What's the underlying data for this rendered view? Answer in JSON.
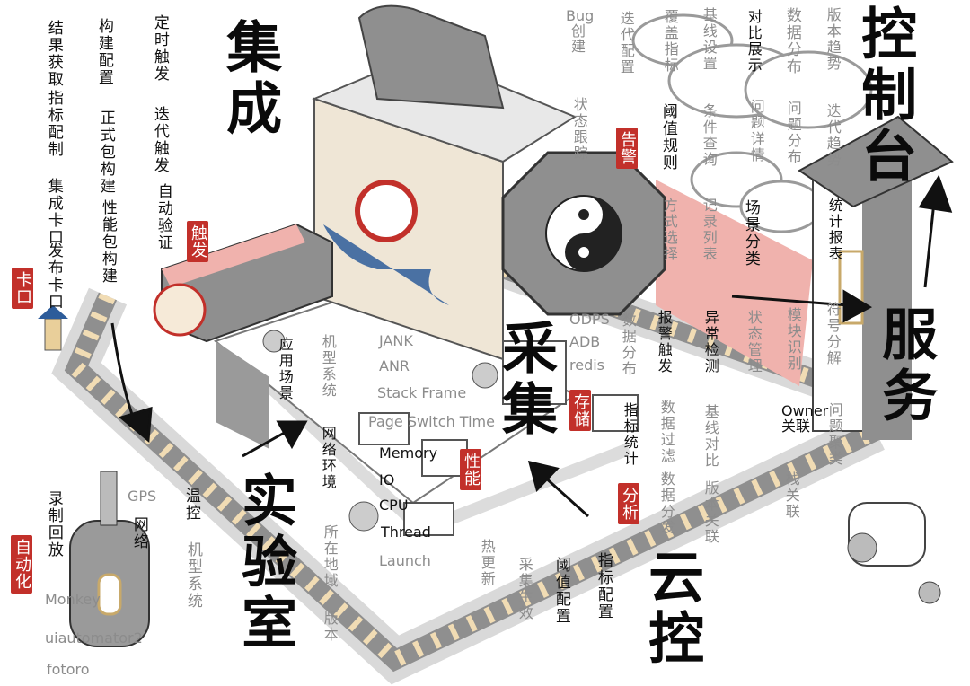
{
  "colors": {
    "stamp_red": "#c2302a",
    "ink": "#111111",
    "pencil_gray": "#8c8c8c",
    "stone_gray": "#9a9a9a",
    "pink": "#f0b2ad",
    "wood": "#f1dcb4"
  },
  "integration": {
    "title": "集成",
    "col1": [
      "结果获取",
      "指标配制",
      "集成卡口",
      "发布卡口"
    ],
    "col2": [
      "构建配置",
      "正式包构建",
      "性能包构建"
    ],
    "col3": [
      "定时触发",
      "迭代触发",
      "自动验证"
    ],
    "stamp_trigger": "触发",
    "stamp_gate": "卡口"
  },
  "lab": {
    "title": "实验室",
    "app_scene": "应用场景",
    "device_system": "机型系统",
    "network_env": "网络环境",
    "region": "所在地域",
    "version": "版本",
    "record_replay": "录制回放",
    "stamp_automation": "自动化",
    "tools": [
      "Monkey",
      "uiautomator2",
      "fotoro"
    ],
    "gps": "GPS",
    "network": "网络",
    "thermal": "温控",
    "device_system_2": "机型系统"
  },
  "collection": {
    "title": "采集",
    "metrics_gray_top": [
      "JANK",
      "ANR",
      "Stack Frame",
      "Page Switch Time"
    ],
    "metrics_black": [
      "Memory",
      "IO",
      "CPU",
      "Thread"
    ],
    "metrics_gray_bottom": "Launch",
    "stamp_performance": "性能",
    "stamp_storage": "存储",
    "storage": [
      "ODPS",
      "ADB",
      "redis"
    ],
    "data_distribution": "数据分布",
    "metric_stats": "指标统计",
    "stamp_analysis": "分析"
  },
  "cloud_control": {
    "title": "云控",
    "hot_update": "热更新",
    "collect_effect": "采集生效",
    "threshold_config": "阈值配置",
    "metric_config": "指标配置"
  },
  "service": {
    "title": "服务",
    "alarm_trigger": "报警触发",
    "anomaly_detect": "异常检测",
    "data_filter": "数据过滤",
    "data_dispatch": "数据分发",
    "baseline_compare": "基线对比",
    "version_link": "版本关联",
    "state_manage": "状态管理",
    "module_identify": "模块识别",
    "symbol_decode": "符号分解",
    "issue_cluster": "问题聚类",
    "owner_link": "Owner关联",
    "stack_link": "栈关联"
  },
  "console": {
    "title": "控制台",
    "bug_create": "Bug创建",
    "iteration_config": "迭代配置",
    "coverage_metric": "覆盖指标",
    "baseline_setting": "基线设置",
    "condition_query": "条件查询",
    "compare_show": "对比展示",
    "issue_detail": "问题详情",
    "data_distribution": "数据分布",
    "issue_distribution": "问题分布",
    "version_trend": "版本趋势",
    "iteration_trend": "迭代趋势",
    "stat_report": "统计报表",
    "threshold_rule": "阈值规则",
    "method_select": "方式选择",
    "record_list": "记录列表",
    "scene_classify": "场景分类",
    "state_track": "状态跟踪",
    "stamp_alarm": "告警"
  },
  "icons": [
    "yin-yang-icon",
    "lion-dance-head-icon",
    "robot-icon",
    "cylinder-robot-icon",
    "lantern-icon"
  ]
}
